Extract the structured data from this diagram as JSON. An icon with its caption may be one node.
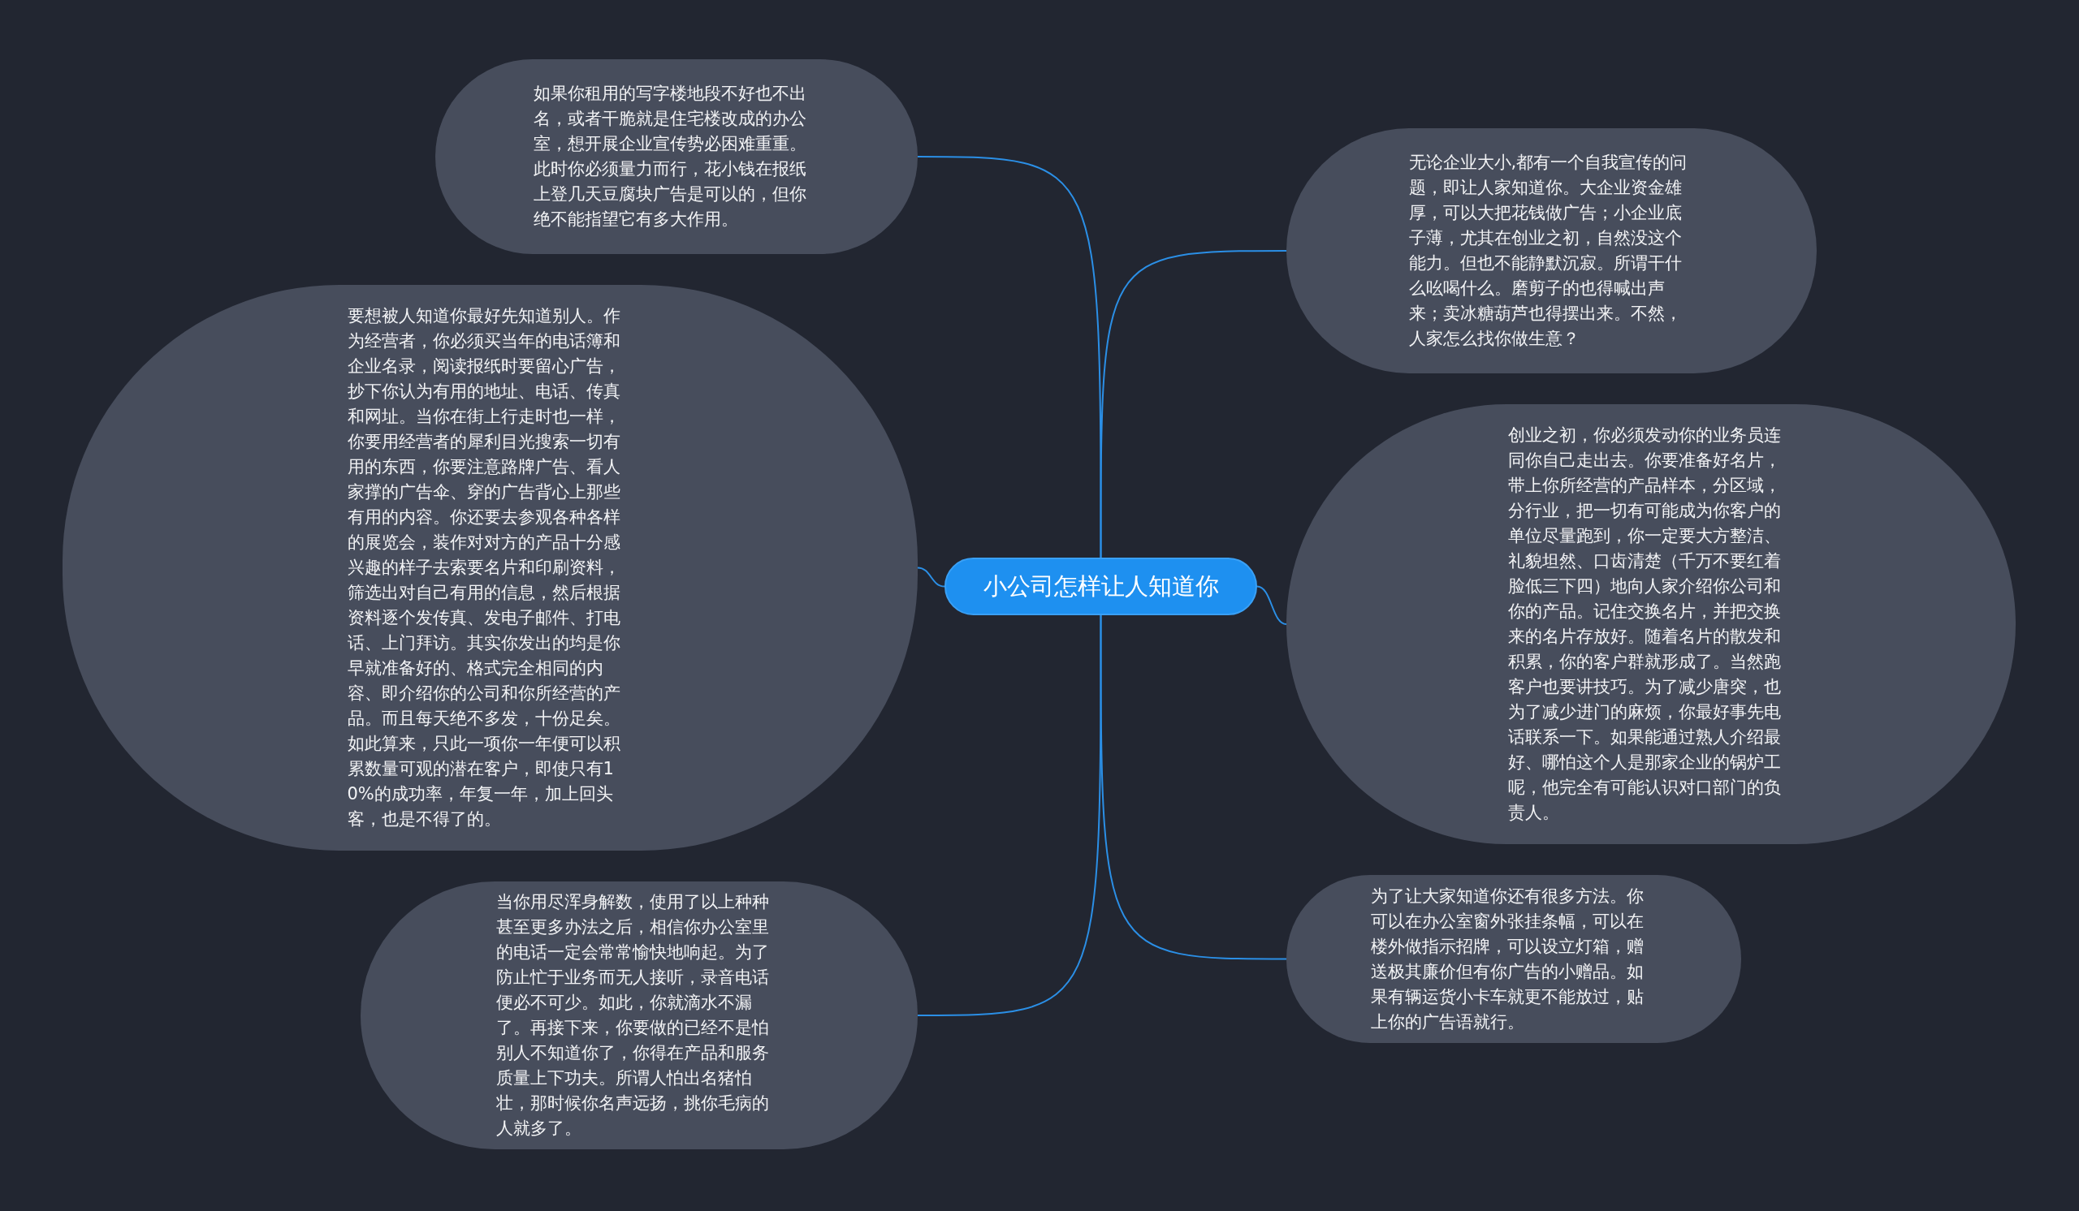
{
  "diagram": {
    "nodes": [
      {
        "text": [
          "小公司怎样让人知道你"
        ]
      },
      {
        "text": [
          "如果你租用的写字楼地段不好也不出名，或者干脆就是住宅楼改成的办公室，想开展企业宣传势必困难重重。此时你必须量力而行，花小钱在报纸上登几天豆腐块广告是可以的，但你绝不能指望它有多大作用。"
        ]
      },
      {
        "text": [
          "要想被人知道你最好先知道别人。作为经营者，你必须买当年的电话簿和企业名录，阅读报纸时要留心广告，抄下你认为有用的地址、电话、传真和网址。当你在街上行走时也一样，你要用经营者的犀利目光搜索一切有用的东西，你要注意路牌广告、看人家撑的广告伞、穿的广告背心上那些有用的内容。你还要去参观各种各样的展览会，装作对对方的产品十分感兴趣的样子去索要名片和印刷资料，筛选出对自己有用的信息，然后根据资料逐个发传真、发电子邮件、打电话、上门拜访。其实你发出的均是你早就准备好的、格式完全相同的内容、即介绍你的公司和你所经营的产品。而且每天绝不多发，十份足矣。如此算来，只此一项你一年便可以积累数量可观的潜在客户，即使只有10%的成功率，年复一年，加上回头客，也是不得了的。"
        ]
      },
      {
        "text": [
          "当你用尽浑身解数，使用了以上种种甚至更多办法之后，相信你办公室里的电话一定会常常愉快地响起。为了防止忙于业务而无人接听，录音电话便必不可少。如此，你就滴水不漏了。再接下来，你要做的已经不是怕别人不知道你了，你得在产品和服务质量上下功夫。所谓人怕出名猪怕壮，那时候你名声远扬，挑你毛病的人就多了。"
        ]
      },
      {
        "text": [
          "无论企业大小,都有一个自我宣传的问题，即让人家知道你。大企业资金雄厚，可以大把花钱做广告；小企业底子薄，尤其在创业之初，自然没这个能力。但也不能静默沉寂。所谓干什么吆喝什么。磨剪子的也得喊出声来；卖冰糖葫芦也得摆出来。不然，人家怎么找你做生意？"
        ]
      },
      {
        "text": [
          "创业之初，你必须发动你的业务员连同你自己走出去。你要准备好名片，带上你所经营的产品样本，分区域，分行业，把一切有可能成为你客户的单位尽量跑到，你一定要大方整洁、礼貌坦然、口齿清楚（千万不要红着脸低三下四）地向人家介绍你公司和你的产品。记住交换名片，并把交换来的名片存放好。随着名片的散发和积累，你的客户群就形成了。当然跑客户也要讲技巧。为了减少唐突，也为了减少进门的麻烦，你最好事先电话联系一下。如果能通过熟人介绍最好、哪怕这个人是那家企业的锅炉工呢，他完全有可能认识对口部门的负责人。"
        ]
      },
      {
        "text": [
          "为了让大家知道你还有很多方法。你可以在办公室窗外张挂条幅，可以在楼外做指示招牌，可以设立灯箱，赠送极其廉价但有你广告的小赠品。如果有辆运货小卡车就更不能放过，贴上你的广告语就行。"
        ]
      }
    ],
    "edges": [
      {
        "from": 0,
        "to": 1,
        "arrow": "none"
      },
      {
        "from": 0,
        "to": 2,
        "arrow": "none"
      },
      {
        "from": 0,
        "to": 3,
        "arrow": "none"
      },
      {
        "from": 0,
        "to": 4,
        "arrow": "none"
      },
      {
        "from": 0,
        "to": 5,
        "arrow": "none"
      },
      {
        "from": 0,
        "to": 6,
        "arrow": "none"
      }
    ]
  }
}
